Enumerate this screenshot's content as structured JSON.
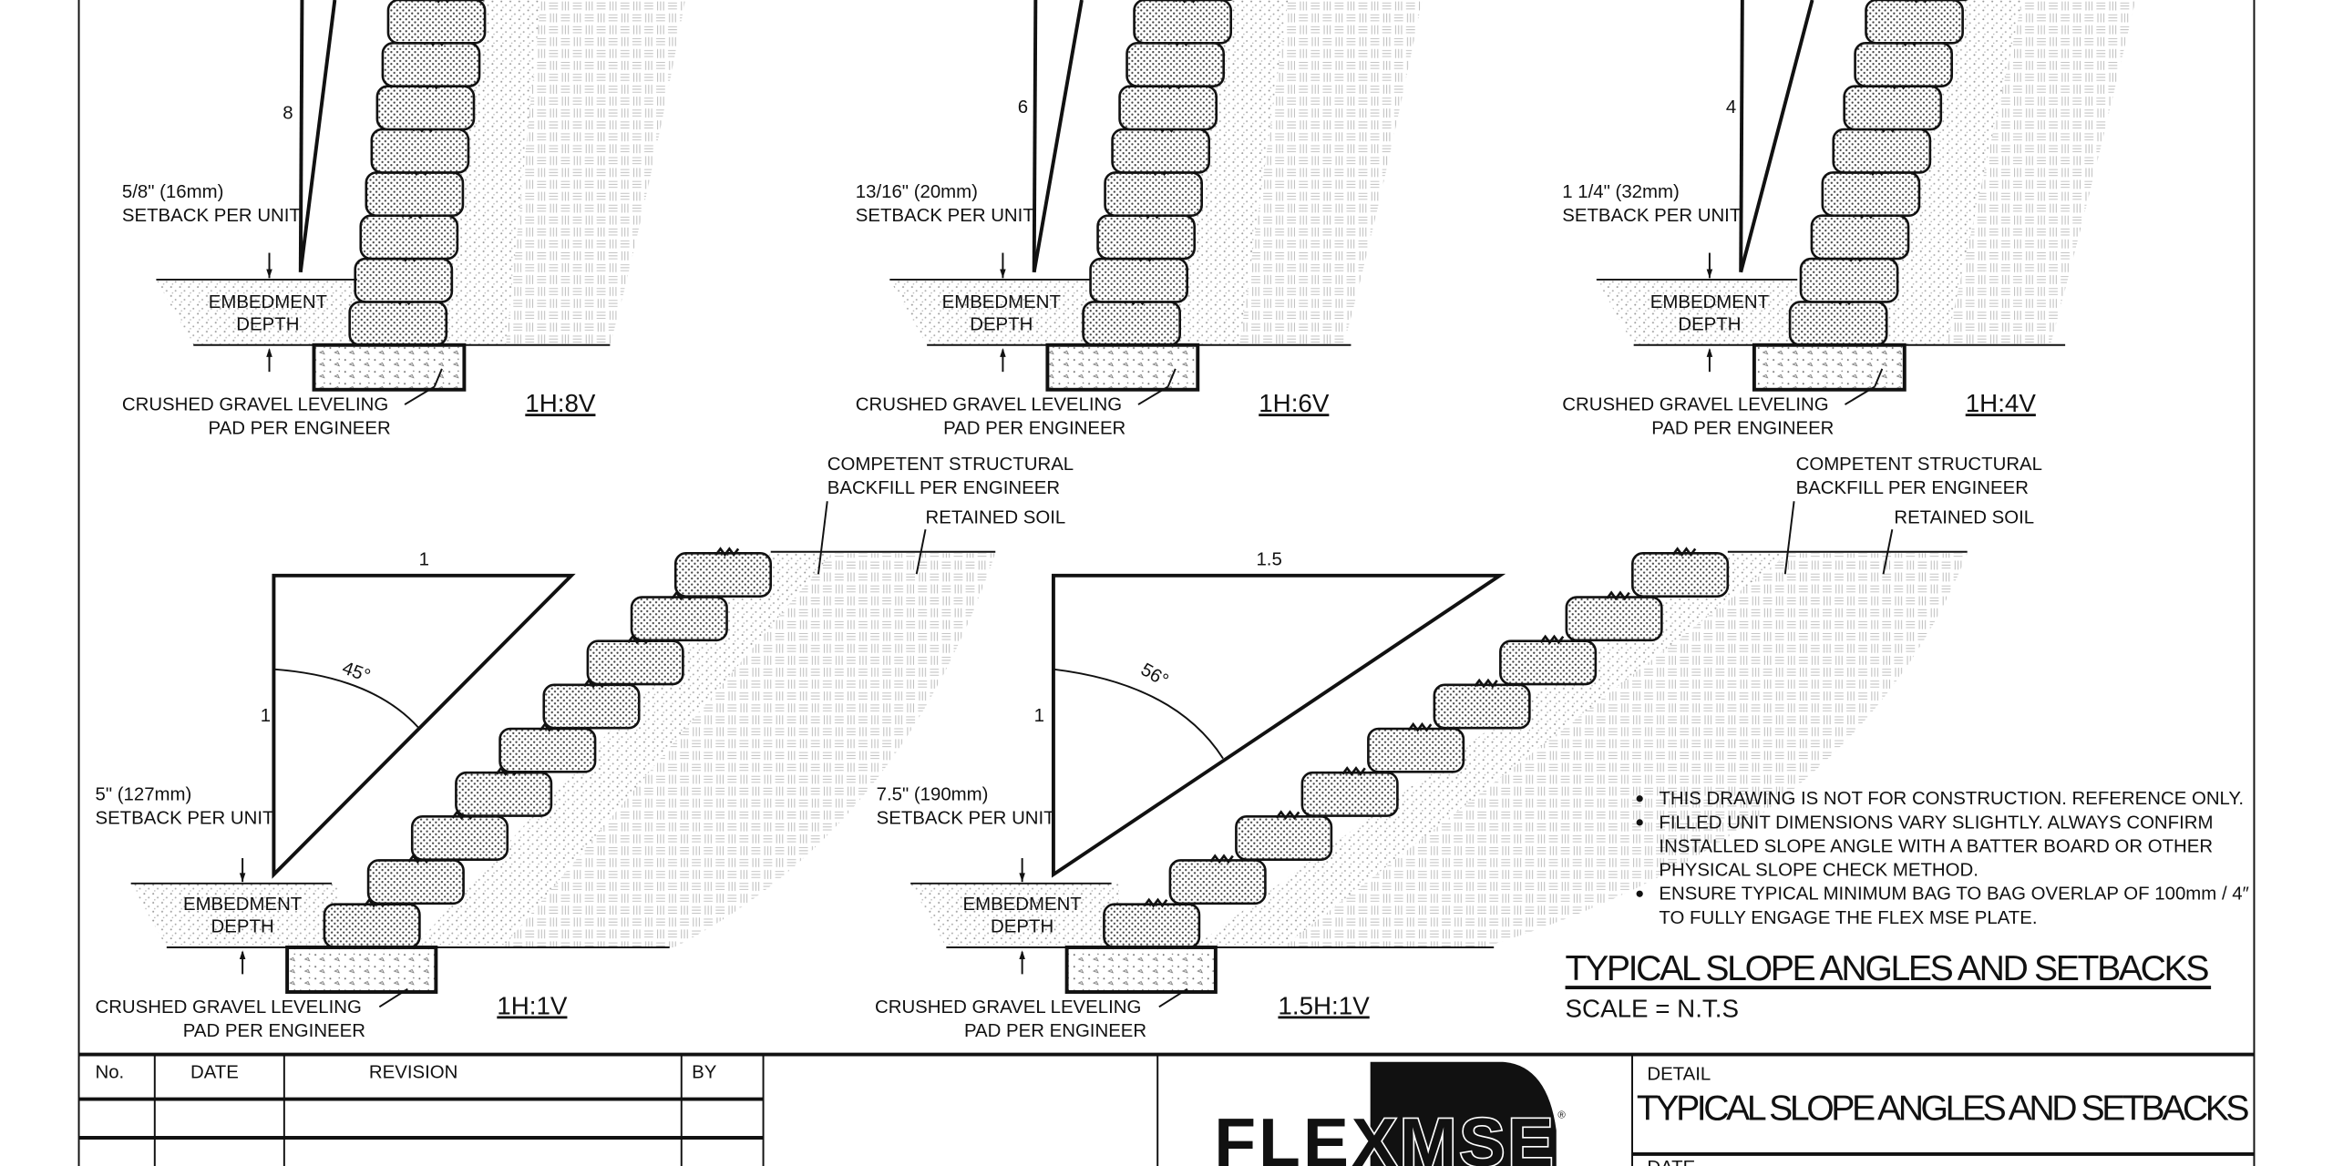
{
  "panels_top": [
    {
      "ratio": "1H:8V",
      "rise": "8",
      "setback": "5/8\" (16mm)",
      "setback_label": "SETBACK PER UNIT",
      "embed1": "EMBEDMENT",
      "embed2": "DEPTH",
      "pad1": "CRUSHED GRAVEL LEVELING",
      "pad2": "PAD PER ENGINEER"
    },
    {
      "ratio": "1H:6V",
      "rise": "6",
      "setback": "13/16\" (20mm)",
      "setback_label": "SETBACK PER UNIT",
      "embed1": "EMBEDMENT",
      "embed2": "DEPTH",
      "pad1": "CRUSHED GRAVEL LEVELING",
      "pad2": "PAD PER ENGINEER"
    },
    {
      "ratio": "1H:4V",
      "rise": "4",
      "setback": "1 1/4\" (32mm)",
      "setback_label": "SETBACK PER UNIT",
      "embed1": "EMBEDMENT",
      "embed2": "DEPTH",
      "pad1": "CRUSHED GRAVEL LEVELING",
      "pad2": "PAD PER ENGINEER"
    }
  ],
  "panels_bottom": [
    {
      "ratio": "1H:1V",
      "run": "1",
      "rise": "1",
      "angle": "45°",
      "setback": "5\" (127mm)",
      "setback_label": "SETBACK PER UNIT",
      "embed1": "EMBEDMENT",
      "embed2": "DEPTH",
      "pad1": "CRUSHED GRAVEL LEVELING",
      "pad2": "PAD PER ENGINEER",
      "backfill1": "COMPETENT STRUCTURAL",
      "backfill2": "BACKFILL PER ENGINEER",
      "retained": "RETAINED SOIL"
    },
    {
      "ratio": "1.5H:1V",
      "run": "1.5",
      "rise": "1",
      "angle": "56°",
      "setback": "7.5\" (190mm)",
      "setback_label": "SETBACK PER UNIT",
      "embed1": "EMBEDMENT",
      "embed2": "DEPTH",
      "pad1": "CRUSHED GRAVEL LEVELING",
      "pad2": "PAD PER ENGINEER",
      "backfill1": "COMPETENT STRUCTURAL",
      "backfill2": "BACKFILL PER ENGINEER",
      "retained": "RETAINED SOIL"
    }
  ],
  "notes": [
    "THIS DRAWING IS NOT FOR CONSTRUCTION. REFERENCE ONLY.",
    "FILLED UNIT DIMENSIONS VARY SLIGHTLY. ALWAYS CONFIRM",
    "INSTALLED SLOPE ANGLE WITH A BATTER BOARD OR OTHER",
    "PHYSICAL SLOPE CHECK METHOD.",
    "ENSURE TYPICAL MINIMUM BAG TO BAG OVERLAP OF 100mm / 4″",
    "TO FULLY ENGAGE THE FLEX MSE PLATE."
  ],
  "drawing_title": "TYPICAL SLOPE ANGLES AND SETBACKS",
  "scale": "SCALE = N.T.S",
  "title_block": {
    "revision_headers": {
      "no": "No.",
      "date": "DATE",
      "revision": "REVISION",
      "by": "BY"
    },
    "logo": "FLEXMSE",
    "detail_label": "DETAIL",
    "detail_title": "TYPICAL SLOPE ANGLES AND SETBACKS",
    "date_label": "DATE"
  }
}
